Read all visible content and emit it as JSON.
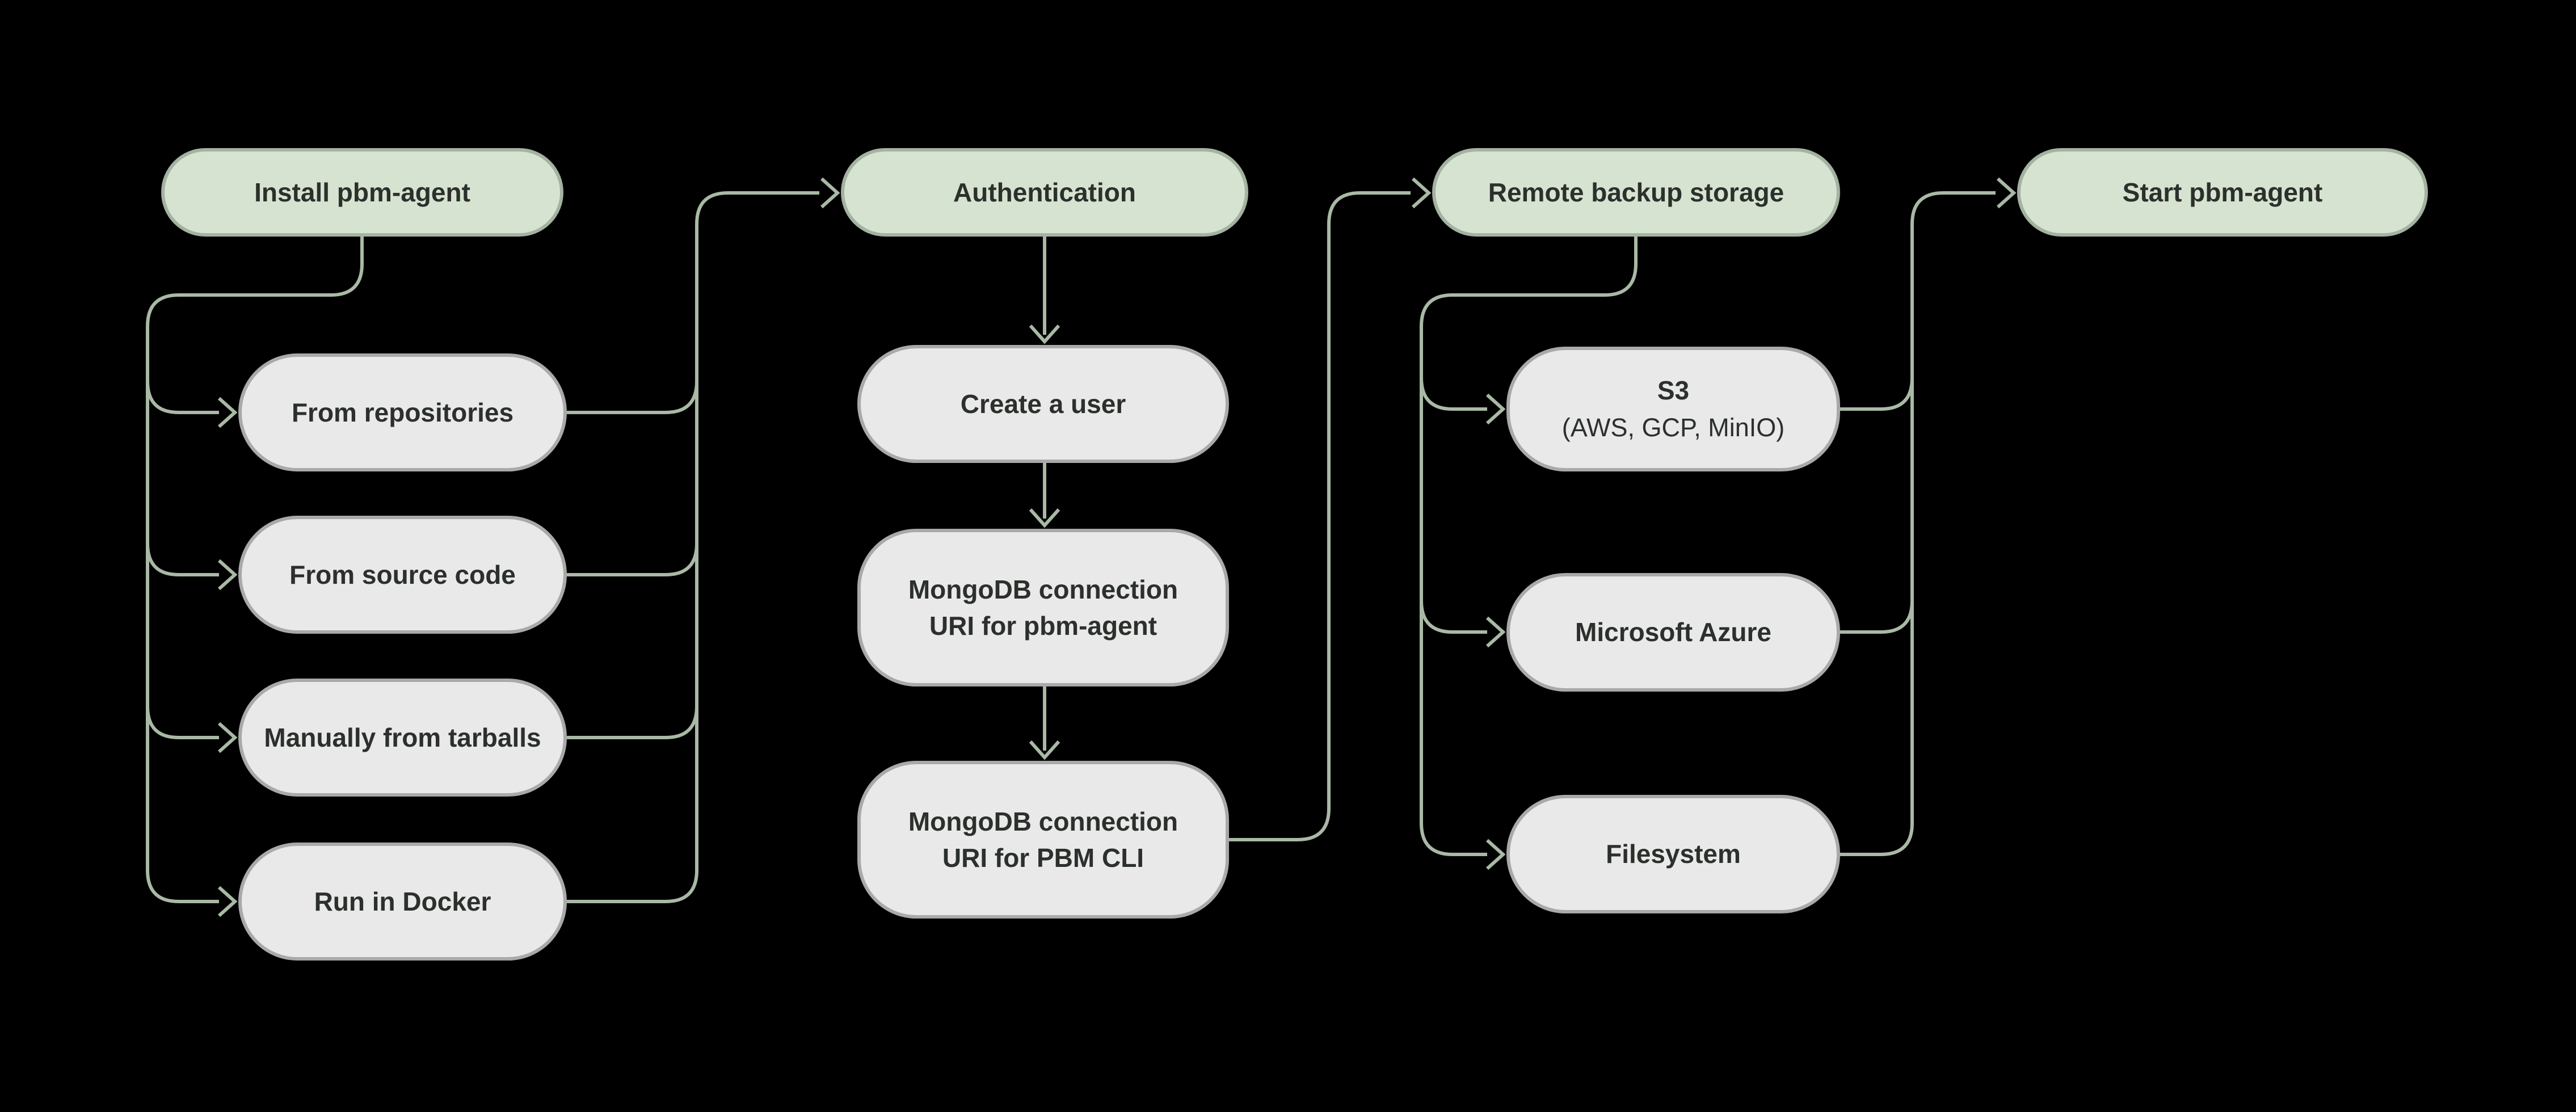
{
  "colors": {
    "background": "#000000",
    "primary_fill": "#d6e3d1",
    "primary_border": "#a4b2a1",
    "secondary_fill": "#e9e9e9",
    "secondary_border": "#a9a9a9",
    "connector": "#a9b9a6",
    "text": "#2c302c"
  },
  "nodes": {
    "install": {
      "label": "Install pbm-agent"
    },
    "authentication": {
      "label": "Authentication"
    },
    "remote_storage": {
      "label": "Remote backup storage"
    },
    "start": {
      "label": "Start pbm-agent"
    },
    "repositories": {
      "label": "From repositories"
    },
    "source_code": {
      "label": "From source code"
    },
    "tarballs": {
      "label": "Manually from tarballs"
    },
    "docker": {
      "label": "Run in Docker"
    },
    "create_user": {
      "label": "Create a user"
    },
    "uri_agent": {
      "label": "MongoDB connection\nURI for pbm-agent"
    },
    "uri_cli": {
      "label": "MongoDB connection\nURI for PBM CLI"
    },
    "s3": {
      "label": "S3",
      "sublabel": "(AWS, GCP, MinIO)"
    },
    "azure": {
      "label": "Microsoft Azure"
    },
    "filesystem": {
      "label": "Filesystem"
    }
  },
  "edges": [
    {
      "from": "install",
      "to": "repositories"
    },
    {
      "from": "install",
      "to": "source_code"
    },
    {
      "from": "install",
      "to": "tarballs"
    },
    {
      "from": "install",
      "to": "docker"
    },
    {
      "from": "repositories",
      "to": "authentication"
    },
    {
      "from": "source_code",
      "to": "authentication"
    },
    {
      "from": "tarballs",
      "to": "authentication"
    },
    {
      "from": "docker",
      "to": "authentication"
    },
    {
      "from": "authentication",
      "to": "create_user"
    },
    {
      "from": "create_user",
      "to": "uri_agent"
    },
    {
      "from": "uri_agent",
      "to": "uri_cli"
    },
    {
      "from": "uri_cli",
      "to": "remote_storage"
    },
    {
      "from": "remote_storage",
      "to": "s3"
    },
    {
      "from": "remote_storage",
      "to": "azure"
    },
    {
      "from": "remote_storage",
      "to": "filesystem"
    },
    {
      "from": "s3",
      "to": "start"
    },
    {
      "from": "azure",
      "to": "start"
    },
    {
      "from": "filesystem",
      "to": "start"
    }
  ]
}
